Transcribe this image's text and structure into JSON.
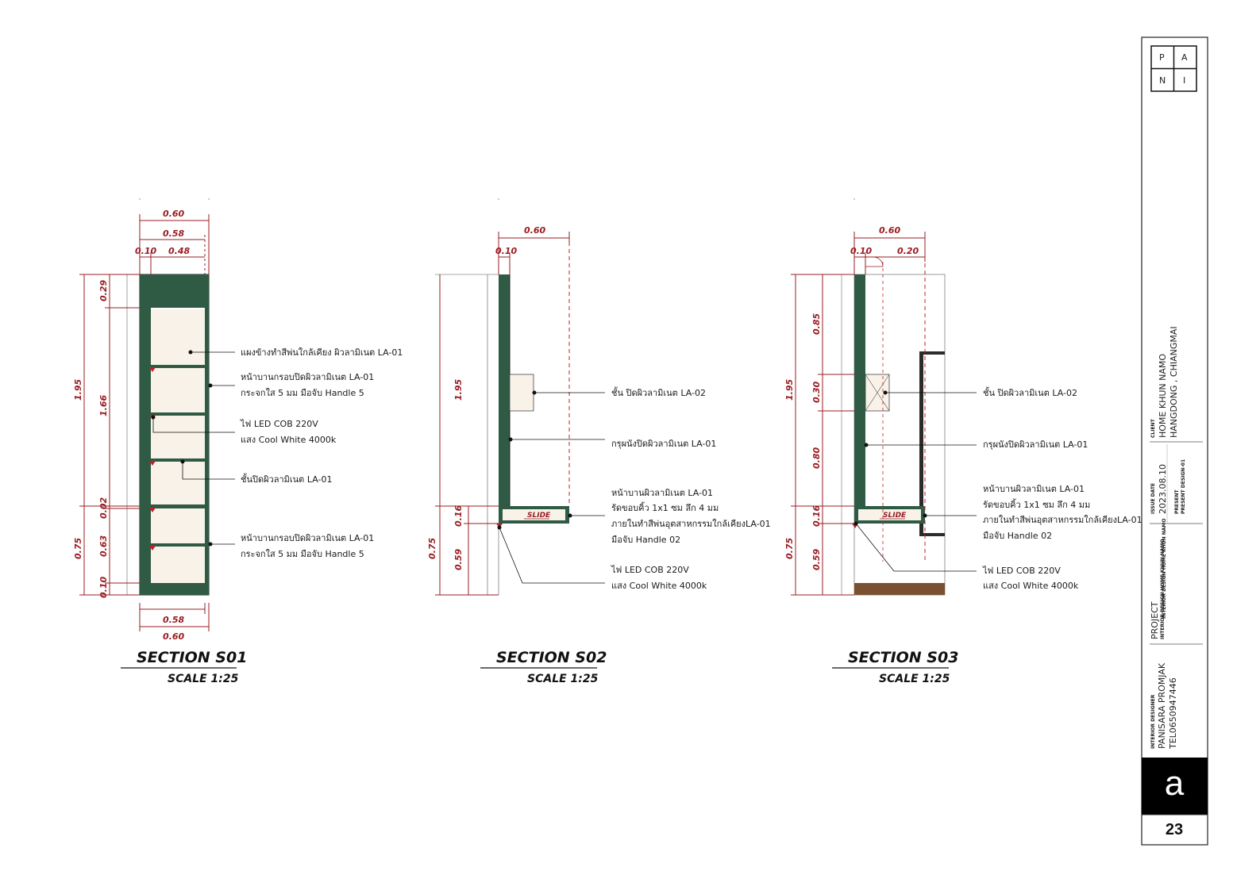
{
  "sections": [
    {
      "title": "SECTION S01",
      "scale": "SCALE 1:25",
      "top_dims": [
        "0.60",
        "0.58",
        "0.10",
        "0.48"
      ],
      "bottom_dims": [
        "0.58",
        "0.60"
      ],
      "left_outer_dims": [
        "1.95",
        "0.75"
      ],
      "left_inner_dims": [
        "0.29",
        "1.66",
        "0.02",
        "0.63",
        "0.10"
      ],
      "notes": [
        "แผงข้างทำสีพ่นใกล้เคียง ผิวลามิเนต LA-01",
        "หน้าบานกรอบปิดผิวลามิเนต LA-01",
        "กระจกใส 5 มม มือจับ Handle 5",
        "ไฟ LED COB 220V",
        "แสง Cool White 4000k",
        "ชั้นปิดผิวลามิเนต LA-01",
        "หน้าบานกรอบปิดผิวลามิเนต LA-01",
        "กระจกใส 5 มม มือจับ Handle 5"
      ]
    },
    {
      "title": "SECTION S02",
      "scale": "SCALE 1:25",
      "top_dims": [
        "0.60",
        "0.10"
      ],
      "left_outer_dims": [
        "1.95",
        "0.75"
      ],
      "left_inner_dims": [
        "0.16",
        "0.59"
      ],
      "slide_label": "SLIDE",
      "notes": [
        "ชั้น ปิดผิวลามิเนต LA-02",
        "กรุผนังปิดผิวลามิเนต LA-01",
        "หน้าบานผิวลามิเนต LA-01",
        "รัดขอบคิ้ว 1x1 ซม ลึก 4 มม",
        "ภายในทำสีพ่นอุตสาหกรรมใกล้เคียงLA-01",
        "มือจับ Handle 02",
        "ไฟ LED COB 220V",
        "แสง Cool White 4000k"
      ]
    },
    {
      "title": "SECTION S03",
      "scale": "SCALE 1:25",
      "top_dims": [
        "0.60",
        "0.10",
        "0.20"
      ],
      "left_outer_dims": [
        "1.95",
        "0.75"
      ],
      "left_inner_dims": [
        "0.85",
        "0.30",
        "0.80",
        "0.16",
        "0.59"
      ],
      "slide_label": "SLIDE",
      "notes": [
        "ชั้น ปิดผิวลามิเนต LA-02",
        "กรุผนังปิดผิวลามิเนต LA-01",
        "หน้าบานผิวลามิเนต LA-01",
        "รัดขอบคิ้ว 1x1 ซม ลึก 4 มม",
        "ภายในทำสีพ่นอุตสาหกรรมใกล้เคียงLA-01",
        "มือจับ Handle 02",
        "ไฟ LED COB 220V",
        "แสง Cool White 4000k"
      ]
    }
  ],
  "title_block": {
    "logo_letters": [
      "P",
      "A",
      "N",
      "I"
    ],
    "client_label": "CLIENT",
    "client_name": "HOME KHUN NAMO",
    "client_location": "HANGDONG , CHIANGMAI",
    "issue_label": "ISSUE DATE",
    "issue_date": "2023.08.10",
    "present_1": "PRESENT",
    "present_2": "PRESENT DESIGN-01",
    "extra_small": "INTERIOR DESIGN HOME KHUN NAMO",
    "project_label": "PROJECT",
    "project_name": "INTERIOR DESIGN HOME KHUN NAMO",
    "designer_label": "INTERIOR DESIGNER",
    "designer_name": "PANISARA PROMJAK",
    "designer_tel": "TEL0650947446",
    "sheet_letter": "a",
    "sheet_number": "23"
  },
  "colors": {
    "cabinet_green": "#2f5a44",
    "dimension_red": "#9a1c22",
    "interior_cream": "#f8f2e8",
    "wood_base": "#7a5030"
  }
}
